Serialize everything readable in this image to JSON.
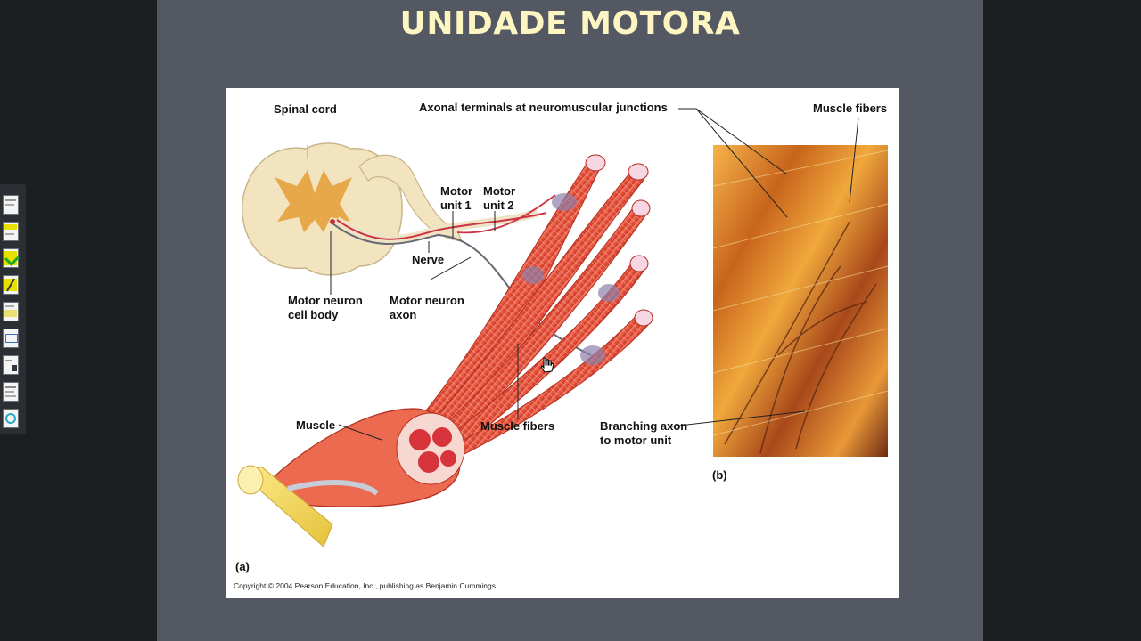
{
  "slide": {
    "title": "UNIDADE MOTORA"
  },
  "figure": {
    "labels": {
      "spinal_cord": "Spinal cord",
      "axonal_terminals": "Axonal terminals at neuromuscular junctions",
      "muscle_fibers_top": "Muscle fibers",
      "motor_unit_1_line1": "Motor",
      "motor_unit_1_line2": "unit 1",
      "motor_unit_2_line1": "Motor",
      "motor_unit_2_line2": "unit 2",
      "nerve": "Nerve",
      "motor_neuron_cell_body_line1": "Motor neuron",
      "motor_neuron_cell_body_line2": "cell body",
      "motor_neuron_axon_line1": "Motor neuron",
      "motor_neuron_axon_line2": "axon",
      "muscle": "Muscle",
      "muscle_fibers_bottom": "Muscle fibers",
      "branching_axon_line1": "Branching axon",
      "branching_axon_line2": "to motor unit",
      "panel_b": "(b)",
      "panel_a": "(a)"
    },
    "copyright": "Copyright © 2004 Pearson Education, Inc., publishing as Benjamin Cummings."
  },
  "sidebar": {
    "thumbnail_count": 9
  },
  "colors": {
    "slide_bg": "#535862",
    "title": "#fdf6c2",
    "outer_bg": "#1c1f22",
    "muscle_red": "#e8503a",
    "spinal_tan": "#f3e4c0",
    "gray_matter": "#e7a84a"
  }
}
